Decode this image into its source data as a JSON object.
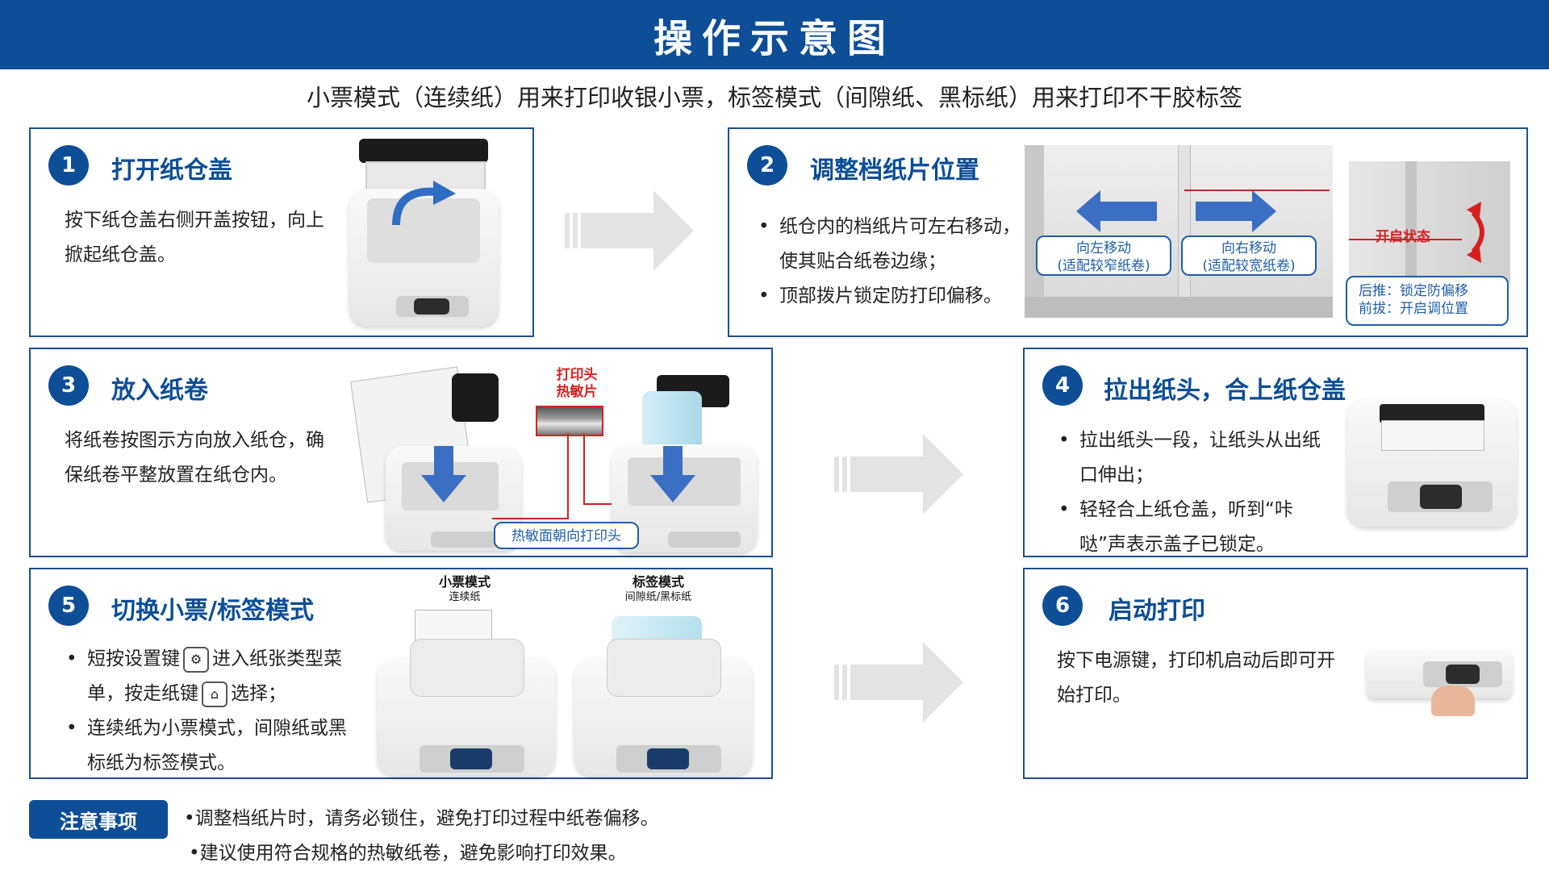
{
  "header": {
    "title": "操作示意图"
  },
  "subtitle": "小票模式（连续纸）用来打印收银小票，标签模式（间隙纸、黑标纸）用来打印不干胶标签",
  "steps": [
    {
      "num": "1",
      "title": "打开纸仓盖",
      "text": "按下纸仓盖右侧开盖按钮，向上掀起纸仓盖。"
    },
    {
      "num": "2",
      "title": "调整档纸片位置",
      "bullets": [
        "纸仓内的档纸片可左右移动，使其贴合纸卷边缘；",
        "顶部拨片锁定防打印偏移。"
      ],
      "labels": {
        "left_line1": "向左移动",
        "left_line2": "(适配较窄纸卷)",
        "right_line1": "向右移动",
        "right_line2": "(适配较宽纸卷)",
        "open_state": "开启状态",
        "lock_line1": "后推：锁定防偏移",
        "lock_line2": "前拔：开启调位置"
      }
    },
    {
      "num": "3",
      "title": "放入纸卷",
      "text": "将纸卷按图示方向放入纸仓，确保纸卷平整放置在纸仓内。",
      "labels": {
        "head_line1": "打印头",
        "head_line2": "热敏片",
        "face": "热敏面朝向打印头"
      }
    },
    {
      "num": "4",
      "title": "拉出纸头，合上纸仓盖",
      "bullets": [
        "拉出纸头一段，让纸头从出纸口伸出；",
        "轻轻合上纸仓盖，听到“咔哒”声表示盖子已锁定。"
      ]
    },
    {
      "num": "5",
      "title": "切换小票/标签模式",
      "bullet1_a": "短按设置键",
      "bullet1_b": "进入纸张类型菜单，按走纸键",
      "bullet1_c": "选择；",
      "bullet2": "连续纸为小票模式，间隙纸或黑标纸为标签模式。",
      "modes": [
        {
          "name": "小票模式",
          "sub": "连续纸"
        },
        {
          "name": "标签模式",
          "sub": "间隙纸/黑标纸"
        }
      ]
    },
    {
      "num": "6",
      "title": "启动打印",
      "text": "按下电源键，打印机启动后即可开始打印。"
    }
  ],
  "notes": {
    "label": "注意事项",
    "items": [
      "•调整档纸片时，请务必锁住，避免打印过程中纸卷偏移。",
      "•建议使用符合规格的热敏纸卷，避免影响打印效果。"
    ]
  },
  "colors": {
    "brand": "#0d4e97",
    "accent_red": "#d62020",
    "arrow_blue": "#3b6fc4"
  },
  "icons": [
    "gear-icon",
    "feed-key-icon",
    "curved-arrow-icon",
    "left-arrow-icon",
    "right-arrow-icon",
    "down-arrow-icon",
    "flow-arrow-icon"
  ]
}
